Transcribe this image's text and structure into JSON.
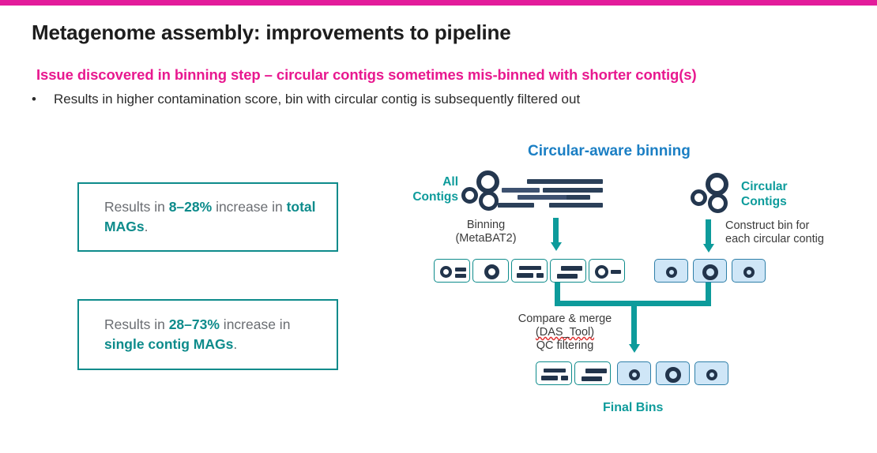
{
  "theme": {
    "accent_bar_color": "#e31c9b",
    "subtitle_color": "#e8188f",
    "teal": "#0d9b9b",
    "box_border": "#0d8b8b",
    "diagram_title_blue": "#1b7fc4",
    "navy": "#22344b",
    "circular_bin_fill": "#cfe6f7"
  },
  "header": {
    "title": "Metagenome assembly: improvements to pipeline",
    "subtitle": "Issue discovered in binning step – circular contigs sometimes mis-binned with shorter contig(s)",
    "bullet_marker": "•",
    "bullet": "Results in higher contamination score, bin with circular contig is subsequently filtered out"
  },
  "callouts": [
    {
      "id": "callout-1",
      "prefix": "Results in ",
      "highlight_1": "8–28%",
      "middle": " increase in ",
      "highlight_2": "total MAGs",
      "suffix": "."
    },
    {
      "id": "callout-2",
      "prefix": "Results in ",
      "highlight_1": "28–73%",
      "middle": " increase in ",
      "highlight_2": "single contig MAGs",
      "suffix": "."
    }
  ],
  "diagram": {
    "title": "Circular-aware binning",
    "labels": {
      "all_contigs": "All\nContigs",
      "all_contigs_line1": "All",
      "all_contigs_line2": "Contigs",
      "circular_contigs_line1": "Circular",
      "circular_contigs_line2": "Contigs",
      "final_bins": "Final Bins"
    },
    "notes": {
      "binning_line1": "Binning",
      "binning_line2": "(MetaBAT2)",
      "construct_line1": "Construct bin for",
      "construct_line2": "each circular contig",
      "merge_line1": "Compare & merge",
      "merge_line2": "(DAS_Tool)",
      "merge_line3": "QC filtering"
    },
    "bins_row_left": [
      {
        "name": "bin-circle-plus-two-bars",
        "kind": "white",
        "contents": "circle + 2 bars"
      },
      {
        "name": "bin-circle-only",
        "kind": "white",
        "contents": "circle"
      },
      {
        "name": "bin-three-bars",
        "kind": "white",
        "contents": "3 bars"
      },
      {
        "name": "bin-two-bars",
        "kind": "white",
        "contents": "2 bars"
      },
      {
        "name": "bin-circle-plus-bar",
        "kind": "white",
        "contents": "circle + bar"
      }
    ],
    "bins_row_right": [
      {
        "name": "bin-circular-small",
        "kind": "blue",
        "contents": "circle"
      },
      {
        "name": "bin-circular-large",
        "kind": "blue",
        "contents": "circle"
      },
      {
        "name": "bin-circular-small-2",
        "kind": "blue",
        "contents": "circle"
      }
    ],
    "final_bins": [
      {
        "name": "final-bin-three-bars",
        "kind": "white",
        "contents": "3 bars"
      },
      {
        "name": "final-bin-two-bars",
        "kind": "white",
        "contents": "2 bars"
      },
      {
        "name": "final-bin-circular-1",
        "kind": "blue",
        "contents": "circle"
      },
      {
        "name": "final-bin-circular-2",
        "kind": "blue",
        "contents": "circle"
      },
      {
        "name": "final-bin-circular-3",
        "kind": "blue",
        "contents": "circle"
      }
    ]
  }
}
